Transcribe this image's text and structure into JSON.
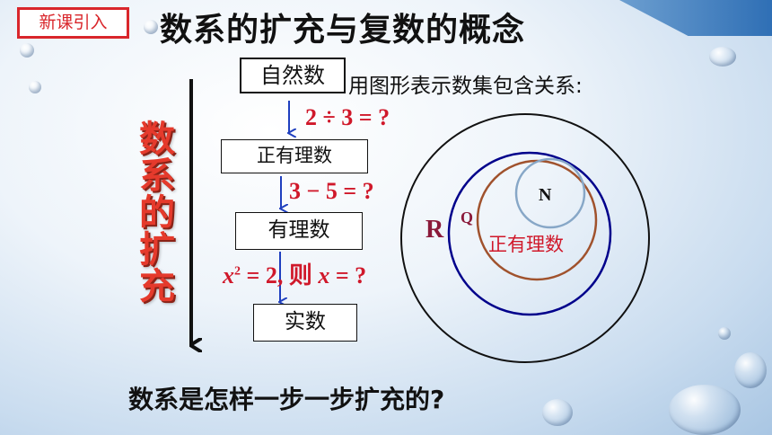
{
  "header": {
    "badge": "新课引入",
    "title": "数系的扩充与复数的概念"
  },
  "side_title": [
    "数",
    "系",
    "的",
    "扩",
    "充"
  ],
  "flow": {
    "boxes": [
      "自然数",
      "正有理数",
      "有理数",
      "实数"
    ],
    "questions": {
      "q1": "2 ÷ 3 = ?",
      "q2": "3 − 5 = ?",
      "q3_x": "x",
      "q3_sup": "2",
      "q3_mid": " = 2, 则 ",
      "q3_x2": "x",
      "q3_end": " = ?"
    }
  },
  "venn": {
    "description": "用图形表示数集包含关系:",
    "labels": {
      "R": "R",
      "Q": "Q",
      "N": "N",
      "positive_rational": "正有理数"
    }
  },
  "footer_question": "数系是怎样一步一步扩充的?",
  "colors": {
    "accent_red": "#d0182a",
    "arrow_blue": "#1f3fbf",
    "circle_Q": "#00008b",
    "circle_pos": "#a0522d",
    "circle_N": "#87a7c7"
  }
}
